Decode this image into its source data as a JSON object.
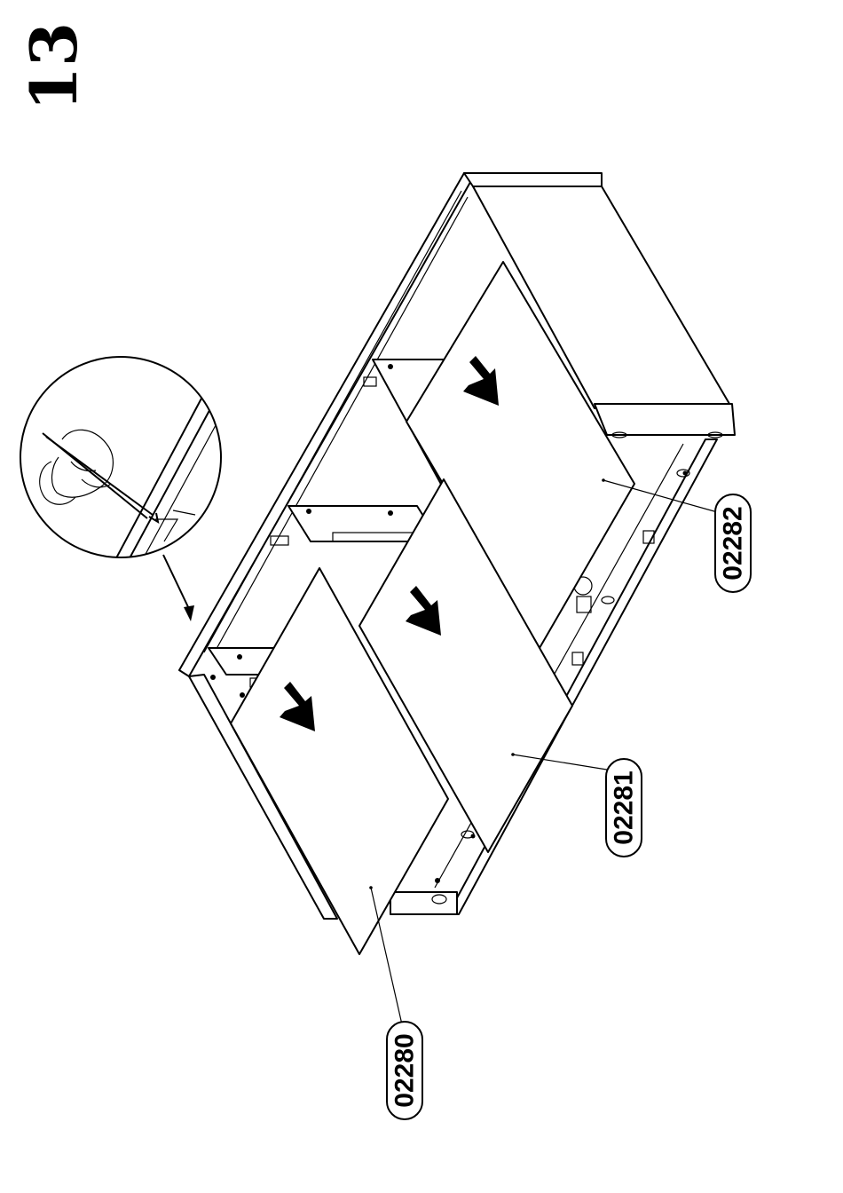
{
  "step": {
    "number": "13"
  },
  "parts": [
    {
      "id": "part-02280",
      "code": "02280"
    },
    {
      "id": "part-02281",
      "code": "02281"
    },
    {
      "id": "part-02282",
      "code": "02282"
    }
  ],
  "icons": [
    "pencil-marking-hand-icon",
    "insert-arrow-icon"
  ],
  "colors": {
    "ink": "#000000",
    "paper": "#ffffff"
  }
}
